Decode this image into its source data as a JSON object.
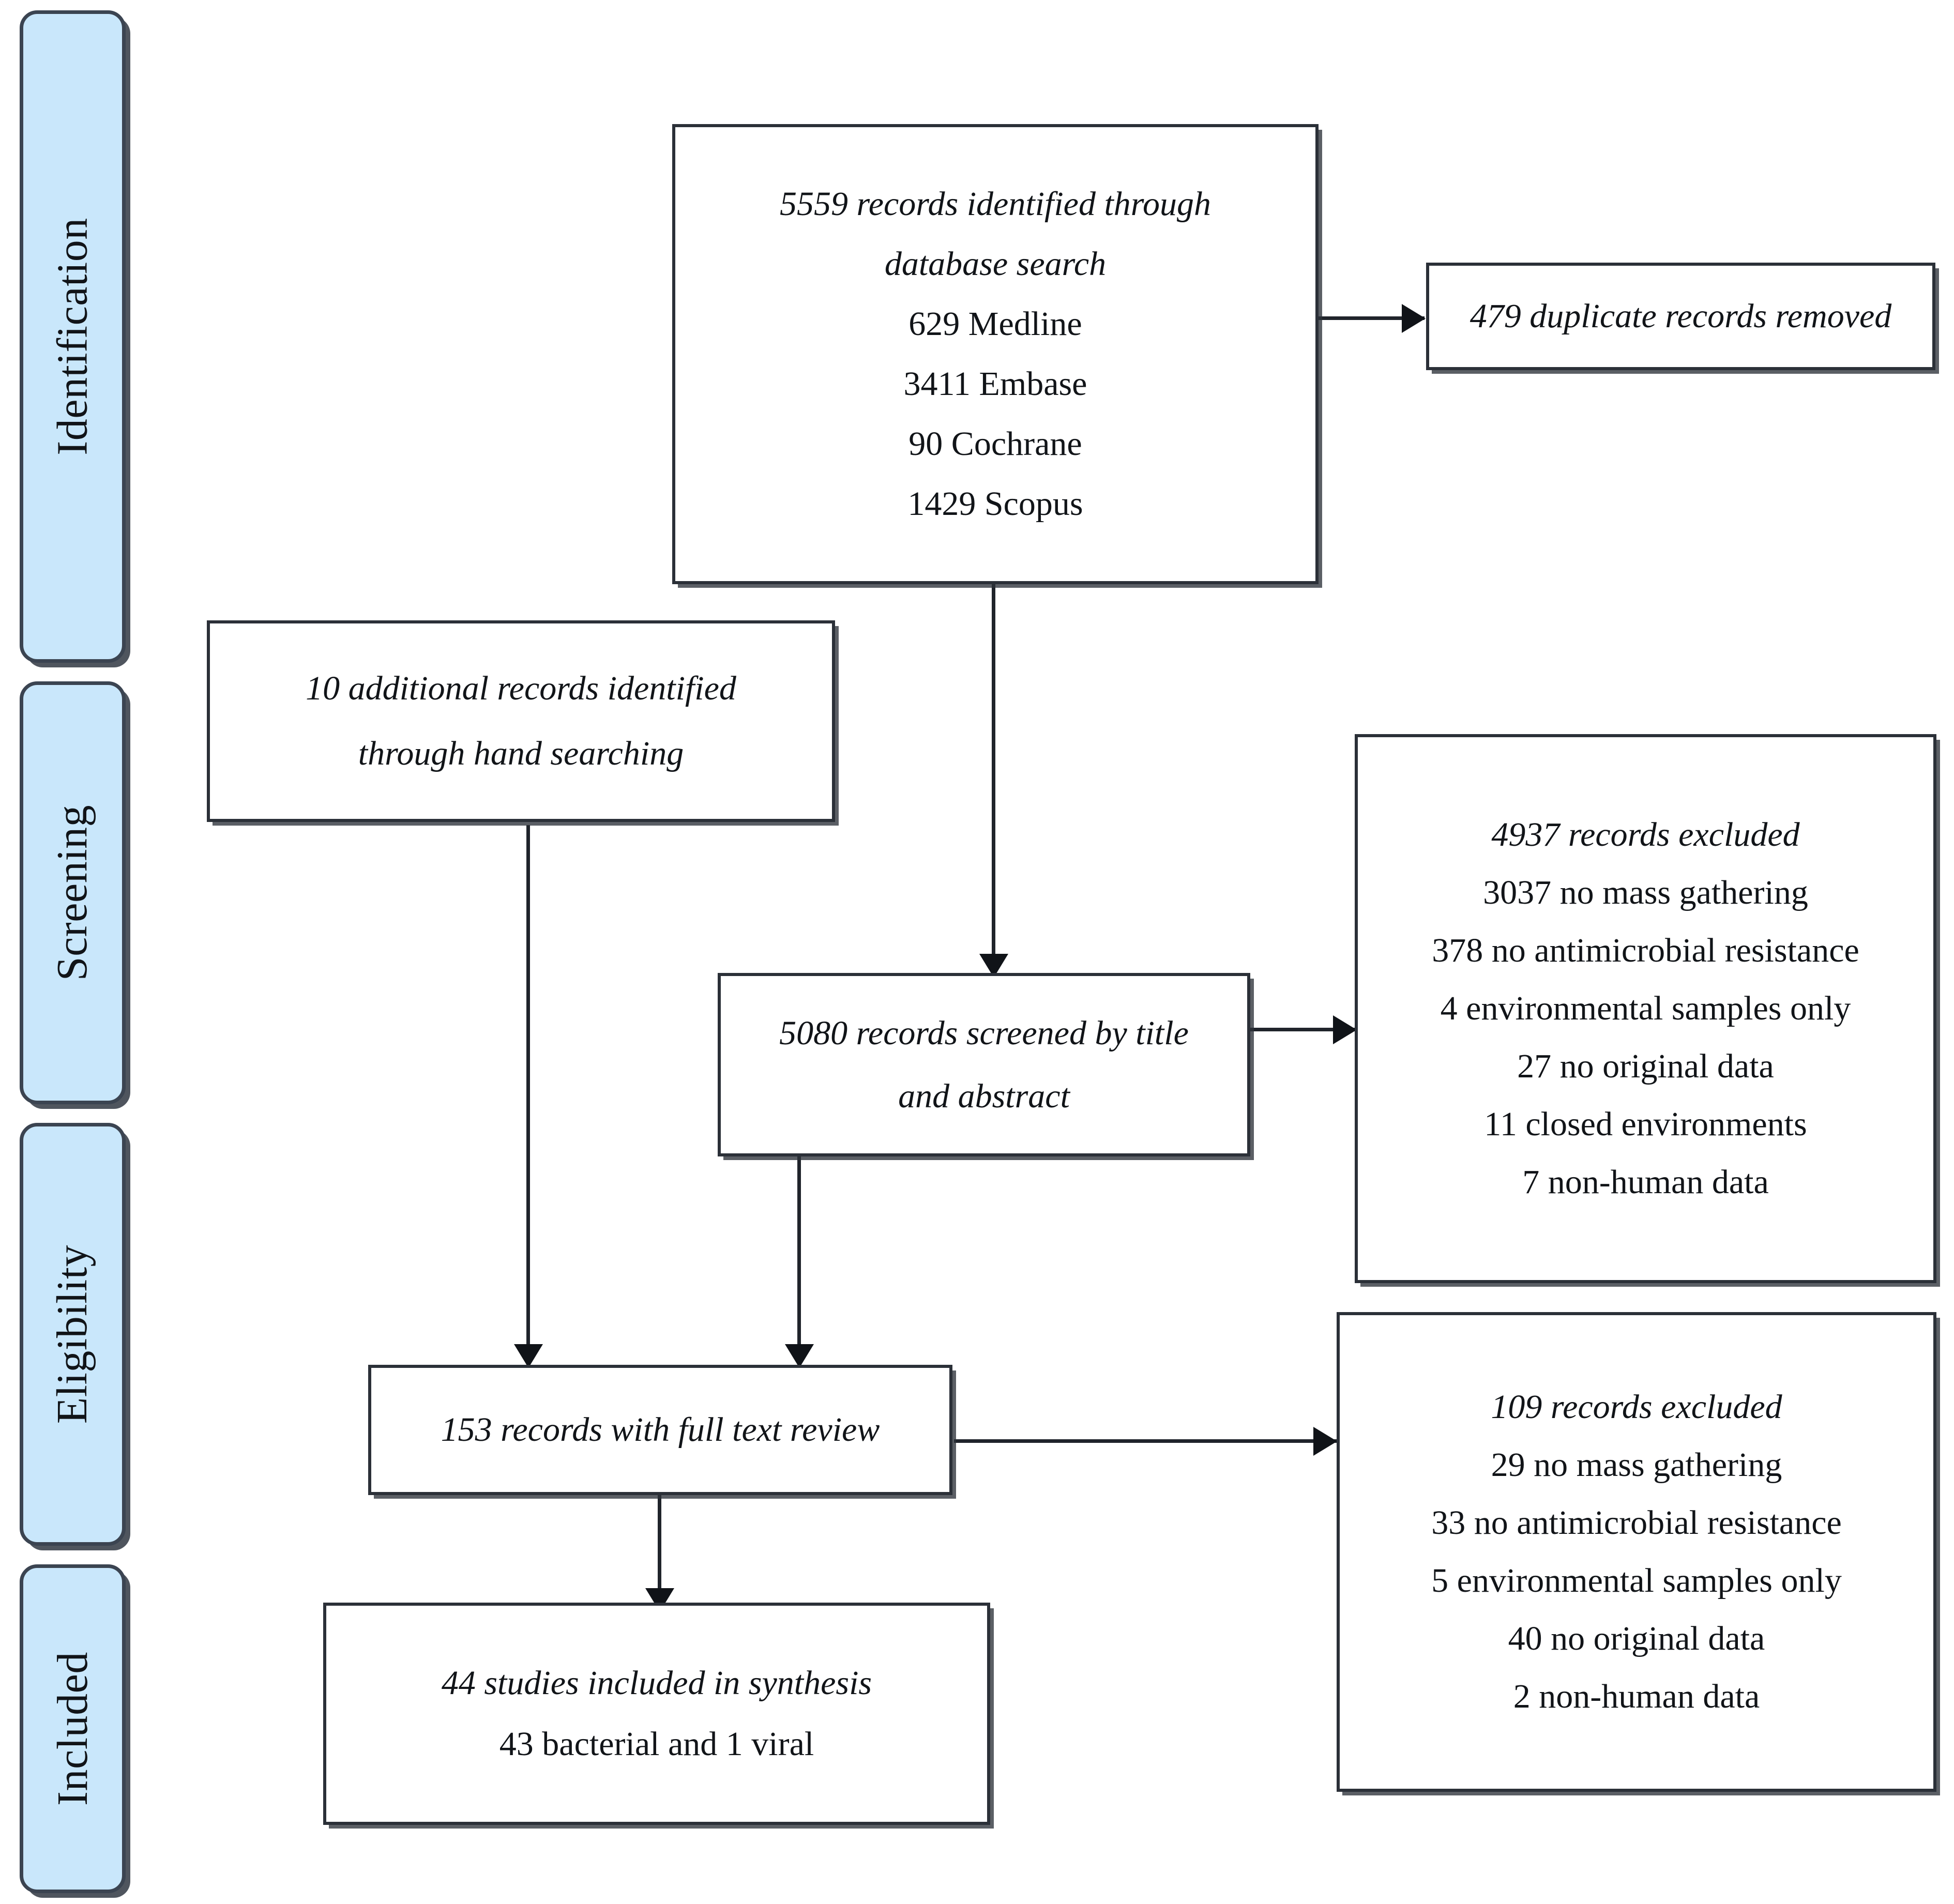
{
  "diagram": {
    "type": "prisma-flow-diagram",
    "accent_color": "#c9e7fb",
    "line_color": "#20242b"
  },
  "phases": [
    {
      "label": "Identification"
    },
    {
      "label": "Screening"
    },
    {
      "label": "Eligibility"
    },
    {
      "label": "Included"
    }
  ],
  "boxes": {
    "identified": {
      "lines": [
        "5559 records identified through",
        "database search",
        "629 Medline",
        "3411 Embase",
        "90 Cochrane",
        "1429 Scopus"
      ]
    },
    "duplicates": {
      "lines": [
        "479 duplicate records removed"
      ]
    },
    "hand_searching": {
      "lines": [
        "10 additional records identified",
        "through hand searching"
      ]
    },
    "screened": {
      "lines": [
        "5080 records screened by title",
        "and abstract"
      ]
    },
    "excluded_screening": {
      "lines": [
        "4937 records excluded",
        "3037 no mass gathering",
        "378 no antimicrobial resistance",
        "4 environmental samples only",
        "27 no original data",
        "11 closed environments",
        "7 non-human data"
      ]
    },
    "full_text": {
      "lines": [
        "153 records with full text review"
      ]
    },
    "excluded_fulltext": {
      "lines": [
        "109 records excluded",
        "29 no mass gathering",
        "33 no antimicrobial resistance",
        "5 environmental samples only",
        "40 no original data",
        "2 non-human data"
      ]
    },
    "included": {
      "lines": [
        "44 studies included in synthesis",
        "43 bacterial and 1 viral"
      ]
    }
  },
  "chart_data": {
    "type": "flow",
    "title": "PRISMA study selection flow",
    "nodes": [
      {
        "id": "identified",
        "stage": "Identification",
        "count": 5559,
        "label": "records identified through database search",
        "breakdown": [
          {
            "source": "Medline",
            "count": 629
          },
          {
            "source": "Embase",
            "count": 3411
          },
          {
            "source": "Cochrane",
            "count": 90
          },
          {
            "source": "Scopus",
            "count": 1429
          }
        ]
      },
      {
        "id": "duplicates",
        "stage": "Identification",
        "count": 479,
        "label": "duplicate records removed"
      },
      {
        "id": "hand_searching",
        "stage": "Screening",
        "count": 10,
        "label": "additional records identified through hand searching"
      },
      {
        "id": "screened",
        "stage": "Screening",
        "count": 5080,
        "label": "records screened by title and abstract"
      },
      {
        "id": "excluded_screening",
        "stage": "Screening",
        "count": 4937,
        "label": "records excluded",
        "breakdown": [
          {
            "reason": "no mass gathering",
            "count": 3037
          },
          {
            "reason": "no antimicrobial resistance",
            "count": 378
          },
          {
            "reason": "environmental samples only",
            "count": 4
          },
          {
            "reason": "no original data",
            "count": 27
          },
          {
            "reason": "closed environments",
            "count": 11
          },
          {
            "reason": "non-human data",
            "count": 7
          }
        ]
      },
      {
        "id": "full_text",
        "stage": "Eligibility",
        "count": 153,
        "label": "records with full text review"
      },
      {
        "id": "excluded_fulltext",
        "stage": "Eligibility",
        "count": 109,
        "label": "records excluded",
        "breakdown": [
          {
            "reason": "no mass gathering",
            "count": 29
          },
          {
            "reason": "no antimicrobial resistance",
            "count": 33
          },
          {
            "reason": "environmental samples only",
            "count": 5
          },
          {
            "reason": "no original data",
            "count": 40
          },
          {
            "reason": "non-human data",
            "count": 2
          }
        ]
      },
      {
        "id": "included",
        "stage": "Included",
        "count": 44,
        "label": "studies included in synthesis",
        "breakdown": [
          {
            "kind": "bacterial",
            "count": 43
          },
          {
            "kind": "viral",
            "count": 1
          }
        ]
      }
    ],
    "edges": [
      {
        "from": "identified",
        "to": "duplicates",
        "direction": "right"
      },
      {
        "from": "identified",
        "to": "screened",
        "direction": "down"
      },
      {
        "from": "screened",
        "to": "excluded_screening",
        "direction": "right"
      },
      {
        "from": "screened",
        "to": "full_text",
        "direction": "down"
      },
      {
        "from": "hand_searching",
        "to": "full_text",
        "direction": "down"
      },
      {
        "from": "full_text",
        "to": "excluded_fulltext",
        "direction": "right"
      },
      {
        "from": "full_text",
        "to": "included",
        "direction": "down"
      }
    ]
  }
}
